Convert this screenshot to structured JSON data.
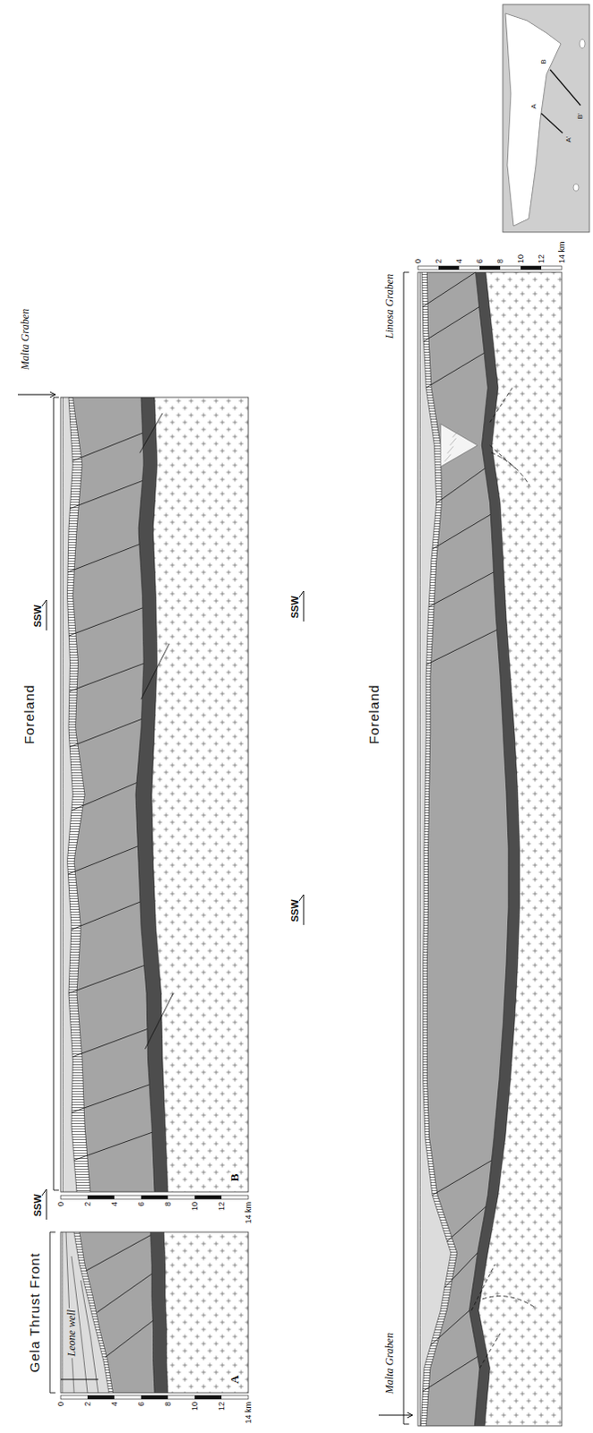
{
  "diagram": {
    "labels": [
      "SSW",
      "Gela Thrust Front",
      "Leone well",
      "A",
      "0",
      "2",
      "4",
      "6",
      "8",
      "10",
      "12",
      "14 km",
      "SSW",
      "Foreland",
      "Malta Graben",
      "B",
      "0",
      "2",
      "4",
      "6",
      "8",
      "10",
      "12",
      "14 km",
      "A",
      "A'",
      "B",
      "B'",
      "SSW",
      "SSW",
      "Linosa Graben",
      "Foreland",
      "Malta Graben",
      "0",
      "2",
      "4",
      "6",
      "8",
      "10",
      "12",
      "14 km"
    ]
  }
}
